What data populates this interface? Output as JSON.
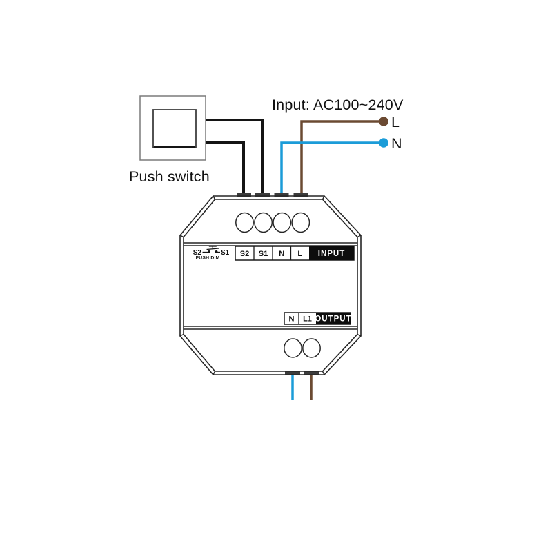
{
  "title": {
    "input_spec": "Input: AC100~240V"
  },
  "labels": {
    "push_switch": "Push switch",
    "live": "L",
    "neutral": "N"
  },
  "device": {
    "switch_symbol": {
      "left": "S2",
      "right": "S1",
      "caption": "PUSH DIM"
    },
    "input_block": {
      "terminals": [
        "S2",
        "S1",
        "N",
        "L"
      ],
      "label": "INPUT"
    },
    "output_block": {
      "terminals": [
        "N",
        "L1"
      ],
      "label": "OUTPUT"
    }
  },
  "colors": {
    "live_wire": "#6b4a32",
    "neutral_wire": "#1b9cd8",
    "switch_wire": "#141414",
    "terminal_block_bg": "#0d0d0d"
  }
}
